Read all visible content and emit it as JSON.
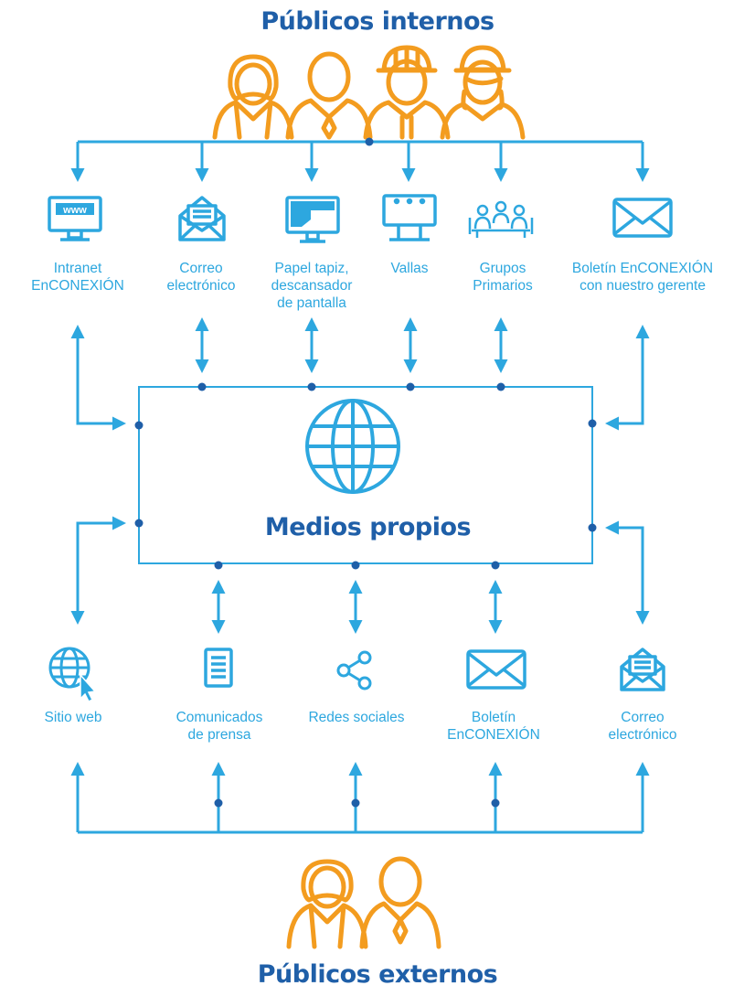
{
  "titles": {
    "internal": "Públicos internos",
    "center": "Medios propios",
    "external": "Públicos externos"
  },
  "internal_channels": [
    {
      "label_lines": [
        "Intranet",
        "EnCONEXIÓN"
      ],
      "icon": "www-monitor-icon"
    },
    {
      "label_lines": [
        "Correo",
        "electrónico"
      ],
      "icon": "open-envelope-icon"
    },
    {
      "label_lines": [
        "Papel tapiz,",
        "descansador",
        "de pantalla"
      ],
      "icon": "monitor-wallpaper-icon"
    },
    {
      "label_lines": [
        "Vallas"
      ],
      "icon": "billboard-icon"
    },
    {
      "label_lines": [
        "Grupos",
        "Primarios"
      ],
      "icon": "meeting-group-icon"
    },
    {
      "label_lines": [
        "Boletín EnCONEXIÓN",
        "con nuestro gerente"
      ],
      "icon": "envelope-icon"
    }
  ],
  "external_channels": [
    {
      "label_lines": [
        "Sitio web"
      ],
      "icon": "globe-cursor-icon"
    },
    {
      "label_lines": [
        "Comunicados",
        "de prensa"
      ],
      "icon": "document-icon"
    },
    {
      "label_lines": [
        "Redes sociales"
      ],
      "icon": "share-icon"
    },
    {
      "label_lines": [
        "Boletín",
        "EnCONEXIÓN"
      ],
      "icon": "envelope-icon"
    },
    {
      "label_lines": [
        "Correo",
        "electrónico"
      ],
      "icon": "open-envelope-icon"
    }
  ],
  "colors": {
    "line": "#2da7df",
    "dot": "#1f5fa8",
    "title": "#1f5fa8",
    "people": "#f39c1f"
  }
}
